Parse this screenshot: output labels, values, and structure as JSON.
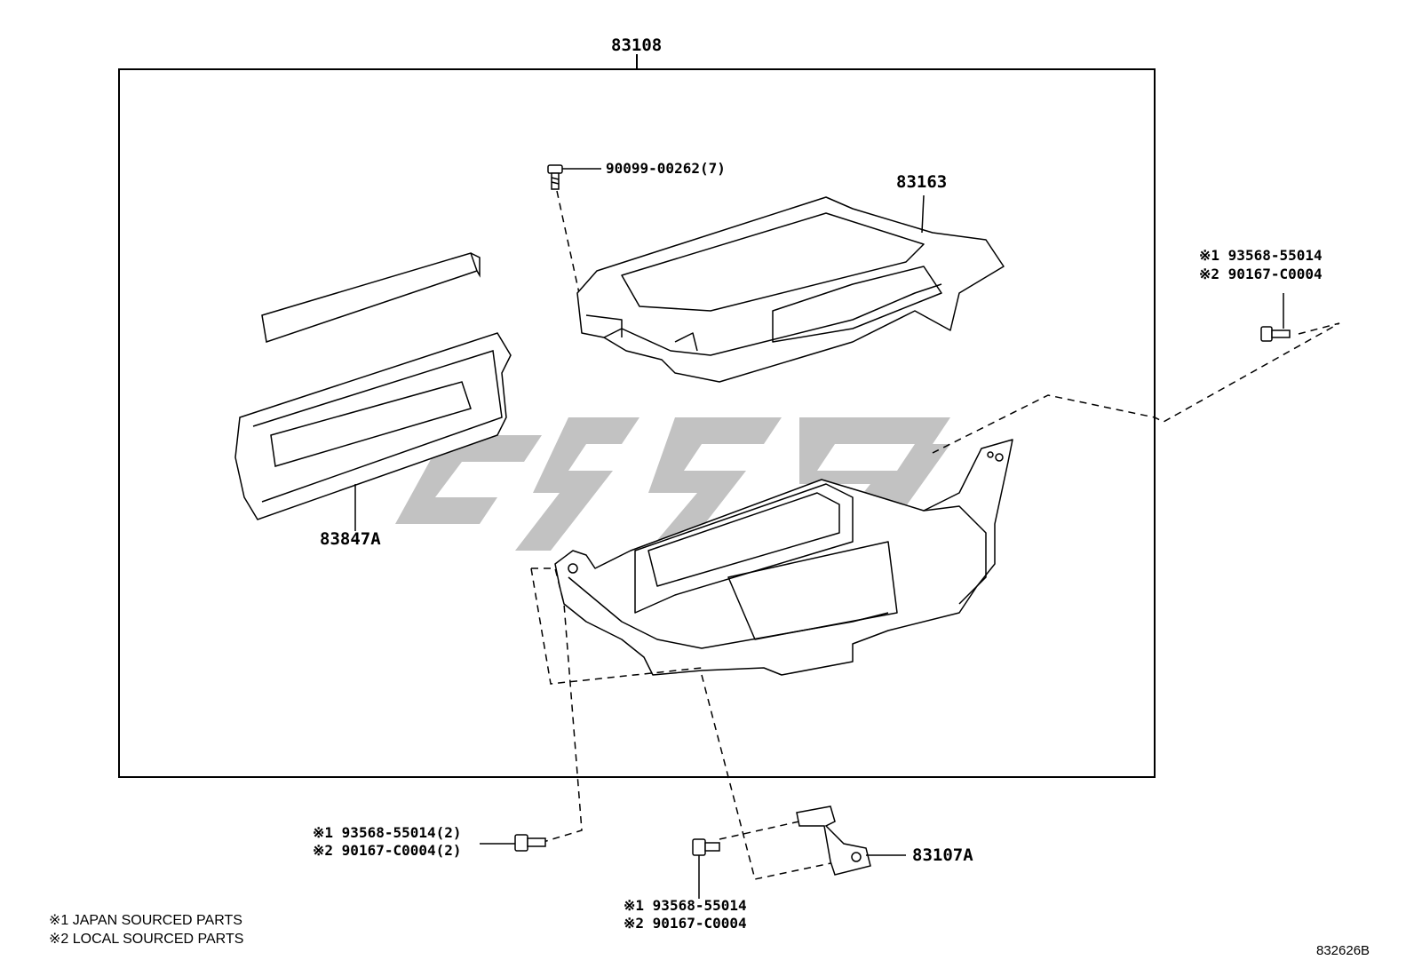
{
  "labels": {
    "assembly": "83108",
    "screw_top": "90099-00262(7)",
    "upper_box": "83163",
    "panel": "83847A",
    "right_fastener_1": "※1 93568-55014",
    "right_fastener_2": "※2 90167-C0004",
    "left_fastener_1": "※1 93568-55014(2)",
    "left_fastener_2": "※2 90167-C0004(2)",
    "bottom_fastener_1": "※1 93568-55014",
    "bottom_fastener_2": "※2 90167-C0004",
    "bracket": "83107A"
  },
  "notes": {
    "line1": "※1 JAPAN SOURCED PARTS",
    "line2": "※2 LOCAL SOURCED PARTS"
  },
  "drawing_code": "832626B"
}
